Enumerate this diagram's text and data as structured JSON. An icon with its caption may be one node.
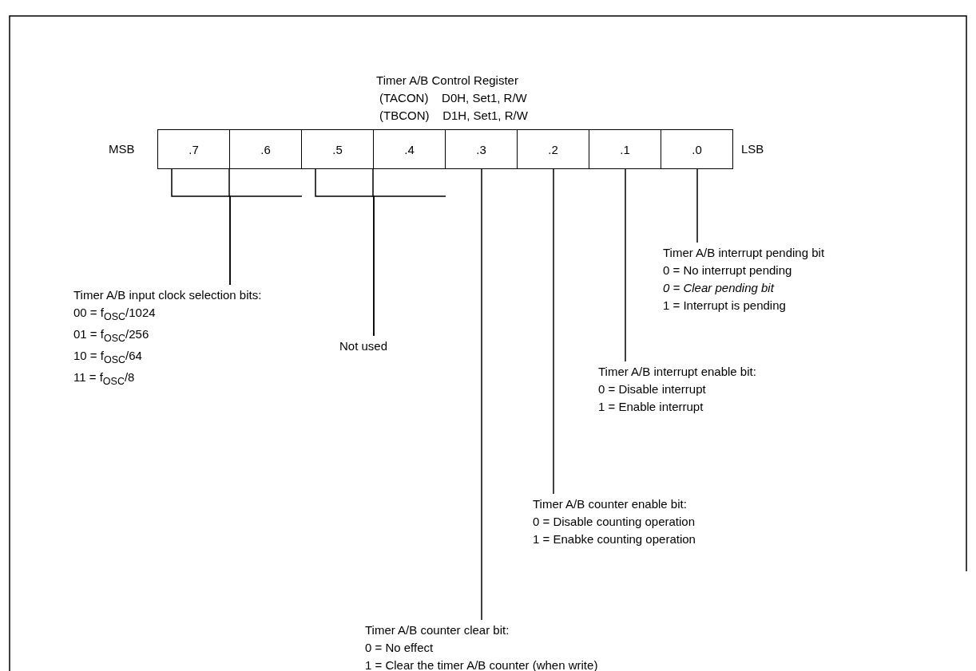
{
  "diagram": {
    "title": "Timer A/B Control Register",
    "nodes": [
      {
        "text": [
          ".7"
        ]
      },
      {
        "text": [
          ".6"
        ]
      },
      {
        "text": [
          ".5"
        ]
      },
      {
        "text": [
          ".4"
        ]
      },
      {
        "text": [
          ".3"
        ]
      },
      {
        "text": [
          ".2"
        ]
      },
      {
        "text": [
          ".1"
        ]
      },
      {
        "text": [
          ".0"
        ]
      },
      {
        "text": [
          "Timer A/B input clock selection bits:",
          "00 = f$_{OSC}$/1024",
          "01 = f$_{OSC}$/256",
          "10 = f$_{OSC}$/64",
          "11 = f$_{OSC}$/8"
        ]
      },
      {
        "text": [
          "Not used"
        ]
      },
      {
        "text": [
          "Timer A/B interrupt pending bit",
          "0 = No interrupt pending",
          "*0 = Clear pending bit*",
          "1 = Interrupt is pending"
        ]
      },
      {
        "text": [
          "Timer A/B interrupt enable bit:",
          "0 = Disable interrupt",
          "1 = Enable interrupt"
        ]
      },
      {
        "text": [
          "Timer A/B counter enable bit:",
          "0 = Disable counting operation",
          "1 = Enabke counting operation"
        ]
      },
      {
        "text": [
          "Timer A/B counter clear bit:",
          "0 = No effect",
          "1 = Clear the timer A/B counter (when write)"
        ]
      }
    ],
    "edges": [
      {
        "from": 0,
        "to": 8,
        "arrow": "none"
      },
      {
        "from": 1,
        "to": 8,
        "arrow": "none"
      },
      {
        "from": 2,
        "to": 9,
        "arrow": "none"
      },
      {
        "from": 3,
        "to": 9,
        "arrow": "none"
      },
      {
        "from": 4,
        "to": 13,
        "arrow": "none"
      },
      {
        "from": 5,
        "to": 12,
        "arrow": "none"
      },
      {
        "from": 6,
        "to": 11,
        "arrow": "none"
      },
      {
        "from": 7,
        "to": 10,
        "arrow": "none"
      }
    ],
    "labels": [
      "(TACON)    D0H, Set1, R/W",
      "(TBCON)    D1H, Set1, R/W",
      "MSB",
      "LSB"
    ]
  }
}
